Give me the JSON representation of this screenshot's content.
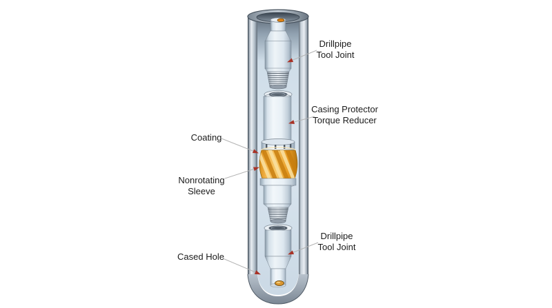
{
  "labels": {
    "tool_joint_top": {
      "lines": [
        "Drillpipe",
        "Tool Joint"
      ]
    },
    "casing_protector": {
      "lines": [
        "Casing Protector",
        "Torque Reducer"
      ]
    },
    "coating": {
      "lines": [
        "Coating"
      ]
    },
    "nonrotating_sleeve": {
      "lines": [
        "Nonrotating",
        "Sleeve"
      ]
    },
    "cased_hole": {
      "lines": [
        "Cased Hole"
      ]
    },
    "tool_joint_bottom": {
      "lines": [
        "Drillpipe",
        "Tool Joint"
      ]
    }
  },
  "colors": {
    "background": "#ffffff",
    "text": "#1b1b1b",
    "leader_line": "#b3b3b3",
    "arrowhead_red": "#a93226",
    "sleeve_orange": "#efa426",
    "sleeve_stripe_light": "#fadf9d",
    "sleeve_stripe_dark": "#c87e0e",
    "casing_light": "#e9eef3",
    "casing_dark": "#4e5a66",
    "interior_blue": "#d9e5ef",
    "pipe_light": "#f2f7fa",
    "pipe_shadow": "#98a9b8",
    "coated_dot_orange": "#d9952f"
  }
}
